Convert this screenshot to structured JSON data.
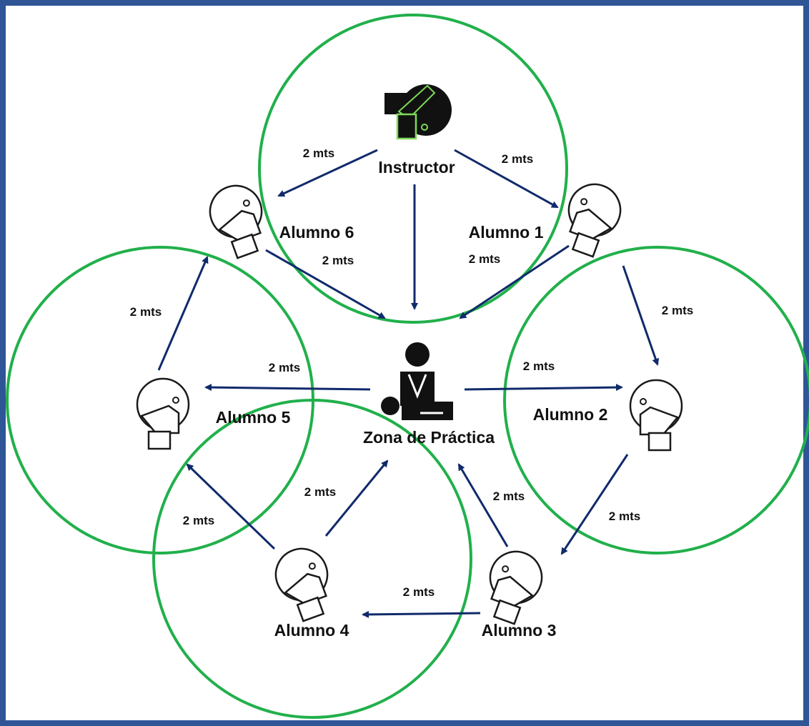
{
  "colors": {
    "frame": "#2f5597",
    "circle": "#21b04b",
    "arrow": "#102a6b",
    "icon_stroke": "#1a1a1a",
    "instructor_accent": "#7ed957"
  },
  "nodes": {
    "instructor": {
      "label": "Instructor",
      "icon": "instructor-whistle-icon"
    },
    "center": {
      "label": "Zona de Práctica",
      "icon": "cpr-icon"
    },
    "alumno1": {
      "label": "Alumno 1",
      "icon": "masked-head-icon"
    },
    "alumno2": {
      "label": "Alumno 2",
      "icon": "masked-head-icon"
    },
    "alumno3": {
      "label": "Alumno 3",
      "icon": "masked-head-icon"
    },
    "alumno4": {
      "label": "Alumno 4",
      "icon": "masked-head-icon"
    },
    "alumno5": {
      "label": "Alumno 5",
      "icon": "masked-head-icon"
    },
    "alumno6": {
      "label": "Alumno 6",
      "icon": "masked-head-icon"
    }
  },
  "distance_label": "2 mts"
}
